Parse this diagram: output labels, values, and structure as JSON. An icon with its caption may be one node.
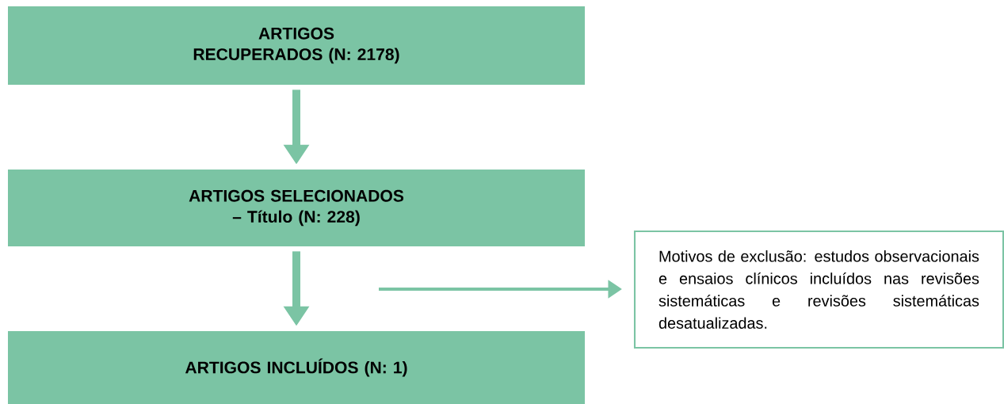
{
  "diagram": {
    "nodes": [
      {
        "text": [
          "ARTIGOS RECUPERADOS (N: 2178)"
        ]
      },
      {
        "text": [
          "ARTIGOS SELECIONADOS – Título (N: 228)"
        ]
      },
      {
        "text": [
          "ARTIGOS INCLUÍDOS (N: 1)"
        ]
      },
      {
        "text": [
          "Motivos de exclusão: estudos observacionais e ensaios clínicos incluídos nas revisões sistemáticas e revisões sistemáticas desatualizadas."
        ]
      }
    ],
    "edges": [
      {
        "from": 0,
        "to": 1,
        "arrow": "to"
      },
      {
        "from": 1,
        "to": 2,
        "arrow": "to"
      },
      {
        "from": null,
        "to": 3,
        "arrow": "to"
      }
    ]
  }
}
